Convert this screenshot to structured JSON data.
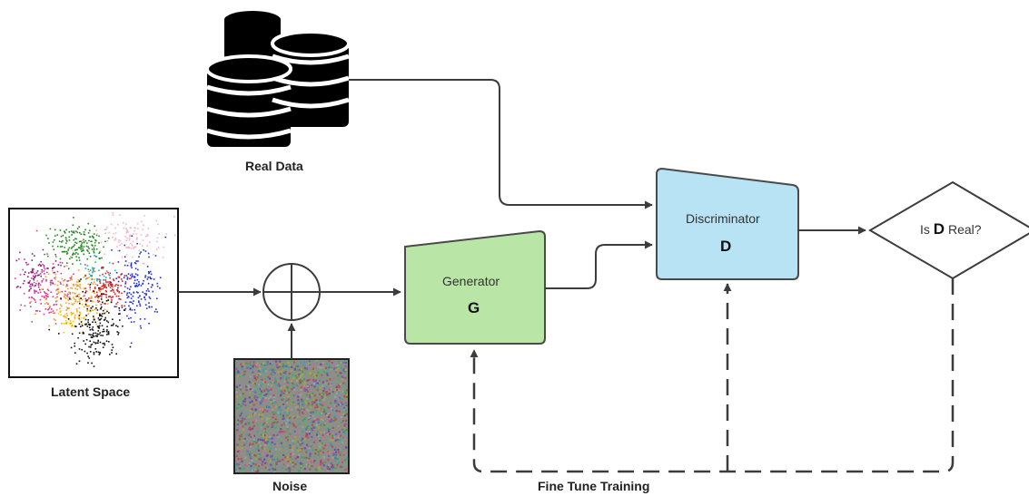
{
  "real_data": {
    "caption": "Real Data"
  },
  "latent_space": {
    "caption": "Latent Space"
  },
  "noise": {
    "caption": "Noise"
  },
  "generator": {
    "title": "Generator",
    "symbol": "G",
    "fill": "#b9e6a6",
    "stroke": "#4a4a4a"
  },
  "discriminator": {
    "title": "Discriminator",
    "symbol": "D",
    "fill": "#b7e3f5",
    "stroke": "#4a4a4a"
  },
  "decision": {
    "prefix": "Is ",
    "symbol": "D",
    "suffix": " Real?"
  },
  "feedback": {
    "caption": "Fine Tune Training"
  },
  "colors": {
    "line": "#3c3c3c",
    "database": "#000000"
  }
}
